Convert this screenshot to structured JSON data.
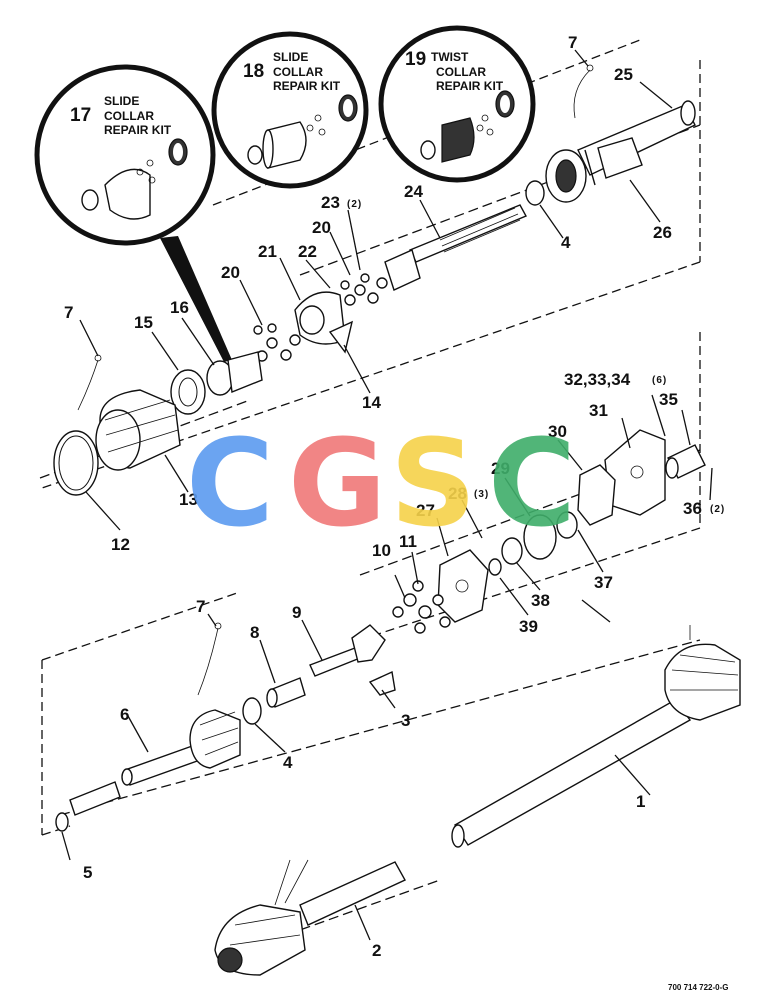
{
  "kits": [
    {
      "number": "17",
      "line1": "SLIDE",
      "line2": "COLLAR",
      "line3": "REPAIR KIT"
    },
    {
      "number": "18",
      "line1": "SLIDE",
      "line2": "COLLAR",
      "line3": "REPAIR KIT"
    },
    {
      "number": "19",
      "line1": "TWIST",
      "line2": "COLLAR",
      "line3": "REPAIR KIT"
    }
  ],
  "callouts": {
    "c1": "1",
    "c2": "2",
    "c3": "3",
    "c4a": "4",
    "c4b": "4",
    "c5": "5",
    "c6": "6",
    "c7a": "7",
    "c7b": "7",
    "c7c": "7",
    "c8": "8",
    "c9": "9",
    "c10": "10",
    "c11": "11",
    "c12": "12",
    "c13": "13",
    "c14": "14",
    "c15": "15",
    "c16": "16",
    "c20a": "20",
    "c20b": "20",
    "c21": "21",
    "c22": "22",
    "c23": "23",
    "c23q": "(2)",
    "c24": "24",
    "c25": "25",
    "c26": "26",
    "c27": "27",
    "c28": "28",
    "c28q": "(3)",
    "c29": "29",
    "c30": "30",
    "c31": "31",
    "c32": "32,33,34",
    "c32q": "(6)",
    "c35": "35",
    "c36": "36",
    "c36q": "(2)",
    "c37": "37",
    "c38": "38",
    "c39": "39"
  },
  "watermark": {
    "letters": [
      "C",
      "G",
      "S",
      "C"
    ],
    "colors": [
      "#5b9bf0",
      "#f07878",
      "#f6d24a",
      "#3fae6a"
    ]
  },
  "figure_ref": "700 714 722-0-G"
}
